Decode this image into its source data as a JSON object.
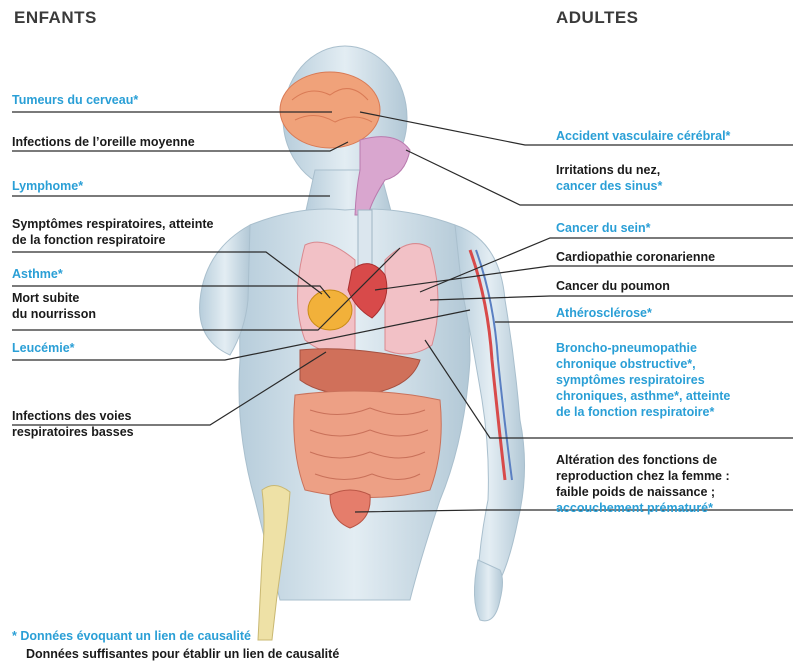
{
  "headers": {
    "left": "ENFANTS",
    "right": "ADULTES"
  },
  "children": {
    "brain_tumor": "Tumeurs du cerveau*",
    "ear_infection": "Infections de l’oreille moyenne",
    "lymphoma": "Lymphome*",
    "resp_symptoms_1": "Symptômes respiratoires, atteinte",
    "resp_symptoms_2": "de la fonction respiratoire",
    "asthma": "Asthme*",
    "sids_1": "Mort subite",
    "sids_2": "du nourrisson",
    "leukemia": "Leucémie*",
    "lower_resp_1": "Infections des voies",
    "lower_resp_2": "respiratoires basses"
  },
  "adults": {
    "stroke": "Accident vasculaire cérébral*",
    "nose_1": "Irritations du nez,",
    "nose_2": "cancer des sinus*",
    "breast_cancer": "Cancer du sein*",
    "coronary": "Cardiopathie coronarienne",
    "lung_cancer": "Cancer du poumon",
    "atherosclerosis": "Athérosclérose*",
    "copd_1": "Broncho-pneumopathie",
    "copd_2": "chronique obstructive*,",
    "copd_3": "symptômes respiratoires",
    "copd_4": "chroniques, asthme*, atteinte",
    "copd_5": "de la fonction respiratoire*",
    "repro_1": "Altération des fonctions de",
    "repro_2": "reproduction chez la femme :",
    "repro_3": "faible poids de naissance ;",
    "repro_4": "accouchement prématuré*"
  },
  "legend": {
    "suggestive": "* Données évoquant un lien de causalité",
    "sufficient": "Données suffisantes pour établir un lien de causalité"
  },
  "colors": {
    "blue": "#2a9fd6",
    "black": "#1a1a1a",
    "body": "#c9dbe6",
    "organ": "#e8836a"
  }
}
